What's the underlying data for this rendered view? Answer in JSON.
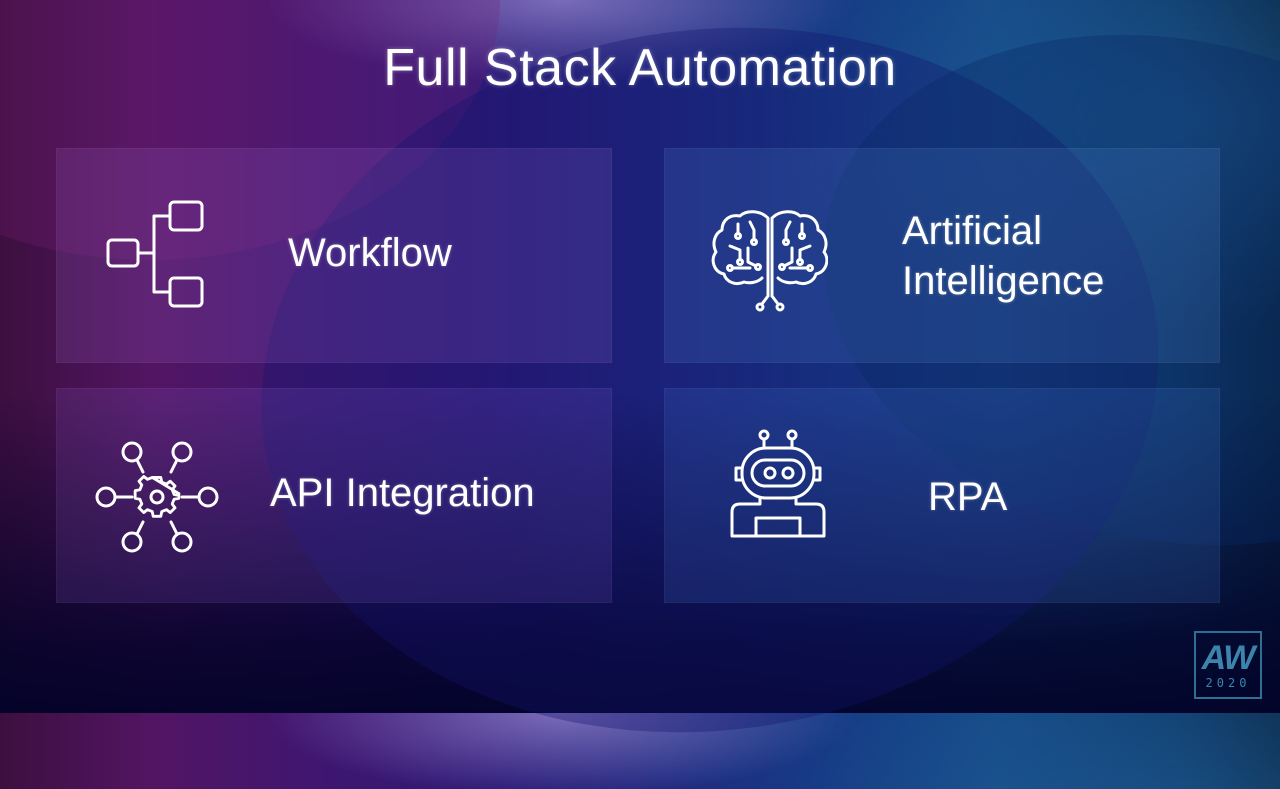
{
  "slide": {
    "title": "Full Stack Automation",
    "cards": [
      {
        "label": "Workflow",
        "icon": "workflow-hierarchy-icon"
      },
      {
        "label": "Artificial Intelligence",
        "label_lines": [
          "Artificial",
          "Intelligence"
        ],
        "icon": "brain-circuit-icon"
      },
      {
        "label": "API Integration",
        "icon": "gear-network-icon"
      },
      {
        "label": "RPA",
        "icon": "robot-icon"
      }
    ]
  },
  "logo": {
    "mark": "AW",
    "year": "2020"
  },
  "colors": {
    "text": "#ffffff",
    "logo": "#3d84ad",
    "background_left": "#521563",
    "background_right": "#154a86"
  }
}
